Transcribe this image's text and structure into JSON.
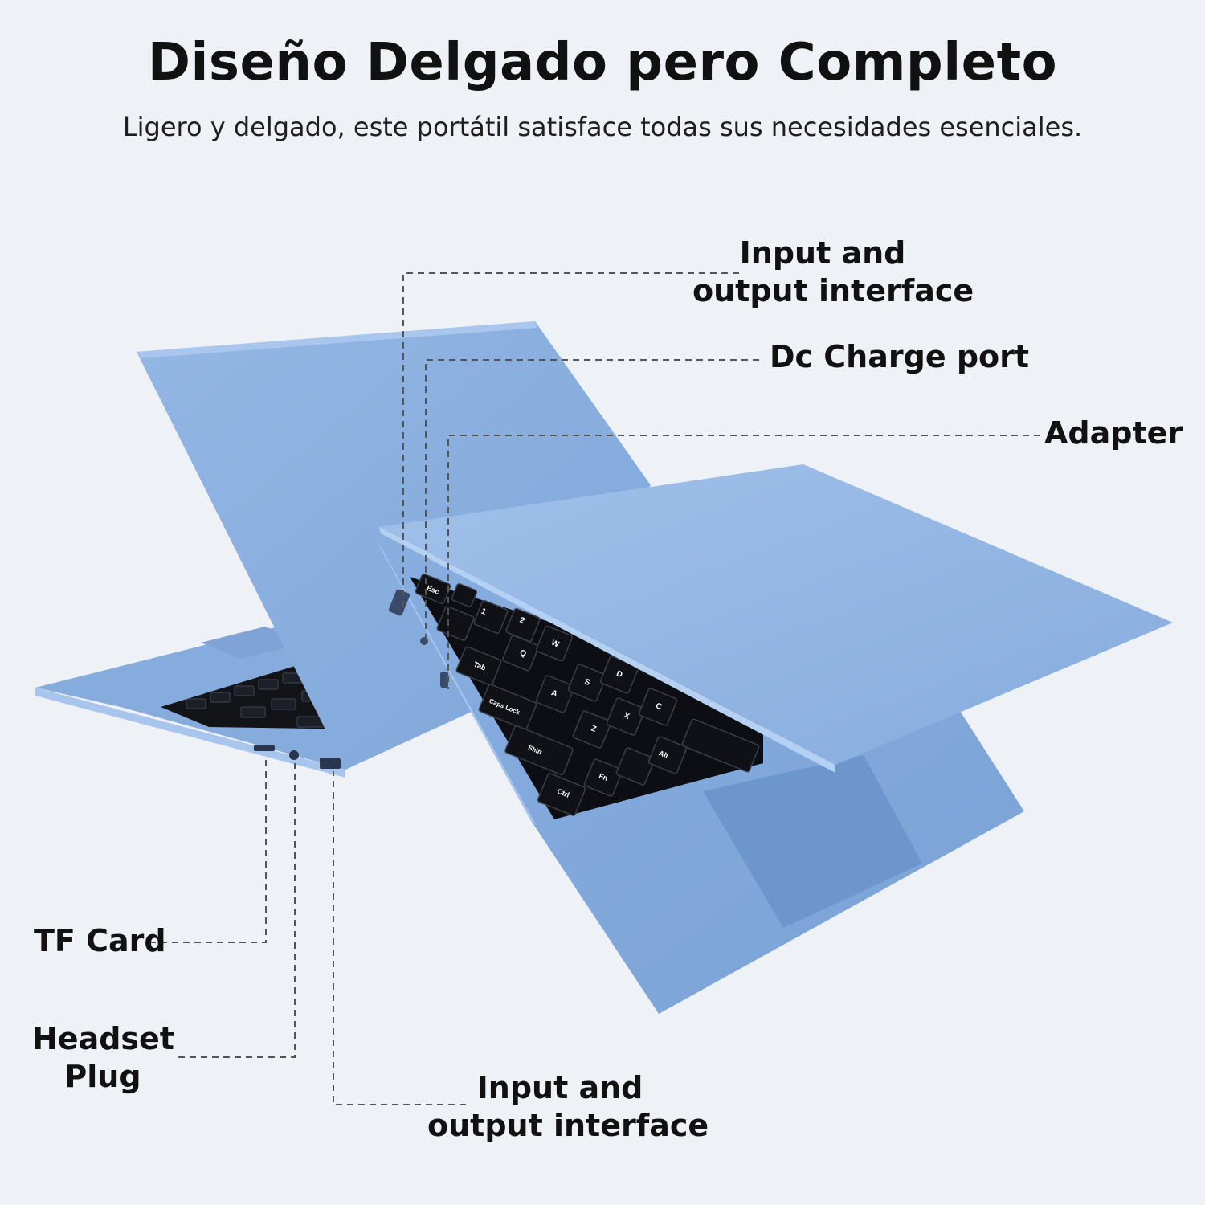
{
  "header": {
    "title": "Diseño Delgado pero Completo",
    "subtitle": "Ligero y delgado, este portátil satisface todas sus necesidades esenciales."
  },
  "callouts": {
    "top_io": [
      "Input and",
      "output interface"
    ],
    "dc_port": "Dc Charge port",
    "adapter": "Adapter",
    "tf_card": "TF Card",
    "headset": [
      "Headset",
      "Plug"
    ],
    "bottom_io": [
      "Input and",
      "output interface"
    ]
  },
  "keyboard": {
    "keys": [
      "Esc",
      "1",
      "2",
      "Tab",
      "Q",
      "W",
      "Caps Lock",
      "A",
      "S",
      "D",
      "Shift",
      "Z",
      "X",
      "C",
      "Ctrl",
      "Fn",
      "Alt"
    ]
  },
  "colors": {
    "laptop_blue": "#8db2e0",
    "laptop_edge": "#a9c7ee",
    "key_dark": "#0d0f14",
    "background": "#eef1f6"
  }
}
